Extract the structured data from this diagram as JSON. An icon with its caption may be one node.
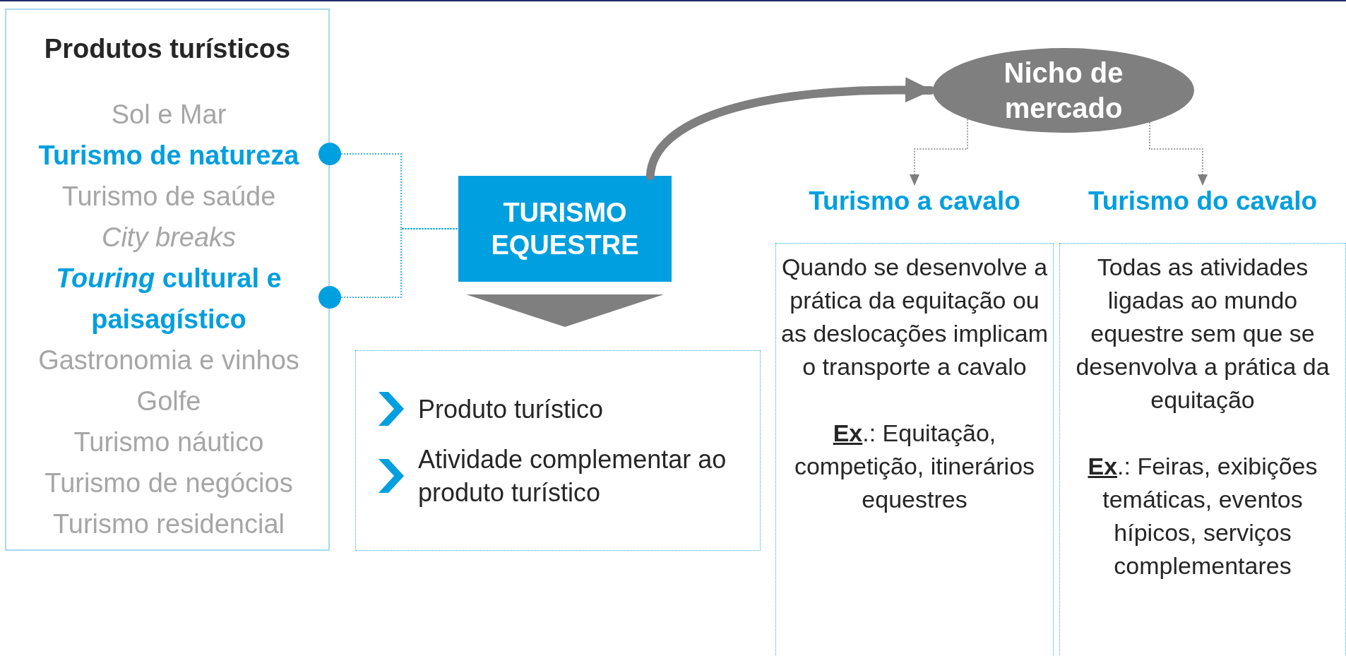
{
  "diagram": {
    "nodes": [
      {
        "text": [
          "Produtos turísticos"
        ]
      },
      {
        "text": [
          "Sol e Mar"
        ],
        "in": 0
      },
      {
        "text": [
          "Turismo de natureza"
        ],
        "in": 0
      },
      {
        "text": [
          "Turismo de saúde"
        ],
        "in": 0
      },
      {
        "text": [
          "City breaks"
        ],
        "in": 0
      },
      {
        "text": [
          "*Touring* cultural e paisagístico"
        ],
        "in": 0
      },
      {
        "text": [
          "Gastronomia e vinhos"
        ],
        "in": 0
      },
      {
        "text": [
          "Golfe"
        ],
        "in": 0
      },
      {
        "text": [
          "Turismo náutico"
        ],
        "in": 0
      },
      {
        "text": [
          "Turismo de negócios"
        ],
        "in": 0
      },
      {
        "text": [
          "Turismo residencial"
        ],
        "in": 0
      },
      {
        "text": [
          "TURISMO EQUESTRE"
        ]
      },
      {
        "text": [
          "Produto turístico",
          "Atividade complementar ao produto turístico"
        ]
      },
      {
        "text": [
          "Nicho de mercado"
        ]
      },
      {
        "text": [
          "Turismo a cavalo",
          "Quando se desenvolve a prática da equitação ou as deslocações implicam o transporte a cavalo",
          "**Ex**.: Equitação, competição, itinerários equestres"
        ]
      },
      {
        "text": [
          "Turismo do cavalo",
          "Todas as atividades ligadas ao mundo equestre sem que se desenvolva a prática da equitação",
          "**Ex**.: Feiras, exibições temáticas, eventos hípicos, serviços complementares"
        ]
      }
    ],
    "edges": [
      {
        "from": 2,
        "to": 11,
        "arrow": "other",
        "style": "dashed",
        "color": "#009fdf"
      },
      {
        "from": 5,
        "to": 11,
        "arrow": "other",
        "style": "dashed",
        "color": "#009fdf"
      },
      {
        "from": 11,
        "to": 13,
        "arrow": "to",
        "style": "thick"
      },
      {
        "from": 11,
        "to": 12,
        "arrow": "to",
        "style": "thick"
      },
      {
        "from": 13,
        "to": 14,
        "arrow": "to",
        "style": "dashed"
      },
      {
        "from": 13,
        "to": 15,
        "arrow": "to",
        "style": "dashed"
      }
    ]
  }
}
